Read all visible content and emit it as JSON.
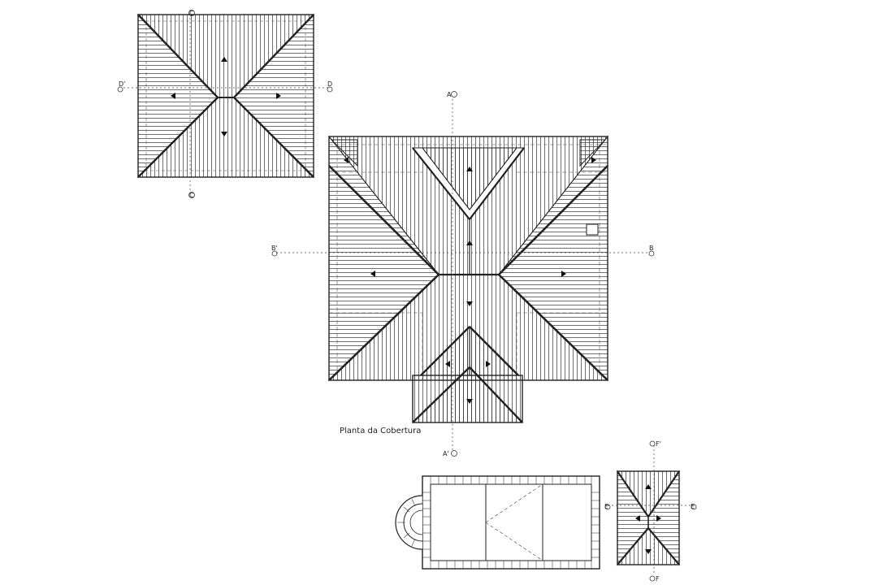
{
  "caption": "Planta da Cobertura",
  "section_labels": {
    "A": "A",
    "A_prime": "A'",
    "B": "B",
    "B_prime": "B'",
    "C": "C",
    "D": "D",
    "D_prime": "D'",
    "E": "E",
    "E_prime": "E'",
    "F": "F",
    "F_prime": "F'"
  },
  "colors": {
    "ink": "#2a2a2a",
    "paper": "#ffffff"
  }
}
